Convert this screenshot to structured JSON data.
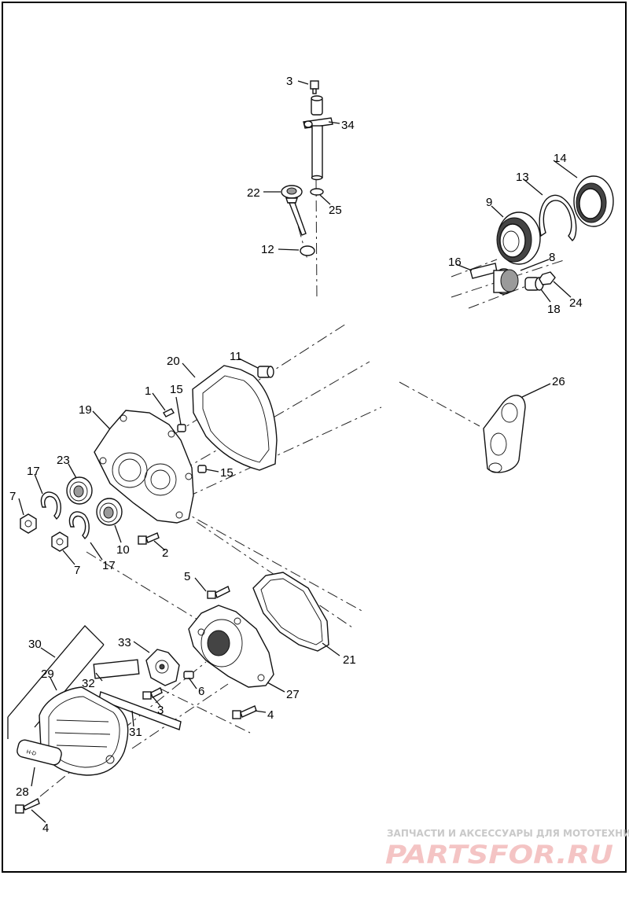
{
  "diagram": {
    "callouts": [
      "1",
      "2",
      "3",
      "4",
      "5",
      "6",
      "7",
      "8",
      "9",
      "10",
      "11",
      "12",
      "13",
      "14",
      "15",
      "16",
      "17",
      "18",
      "19",
      "20",
      "21",
      "22",
      "23",
      "24",
      "25",
      "26",
      "27",
      "28",
      "29",
      "30",
      "31",
      "32",
      "33",
      "34"
    ]
  },
  "label_icon": {
    "text": "H-D"
  },
  "watermark": {
    "caption": "ЗАПЧАСТИ И АКСЕССУАРЫ ДЛЯ МОТОТЕХНИКИ",
    "brand": "PARTSFOR.RU"
  }
}
